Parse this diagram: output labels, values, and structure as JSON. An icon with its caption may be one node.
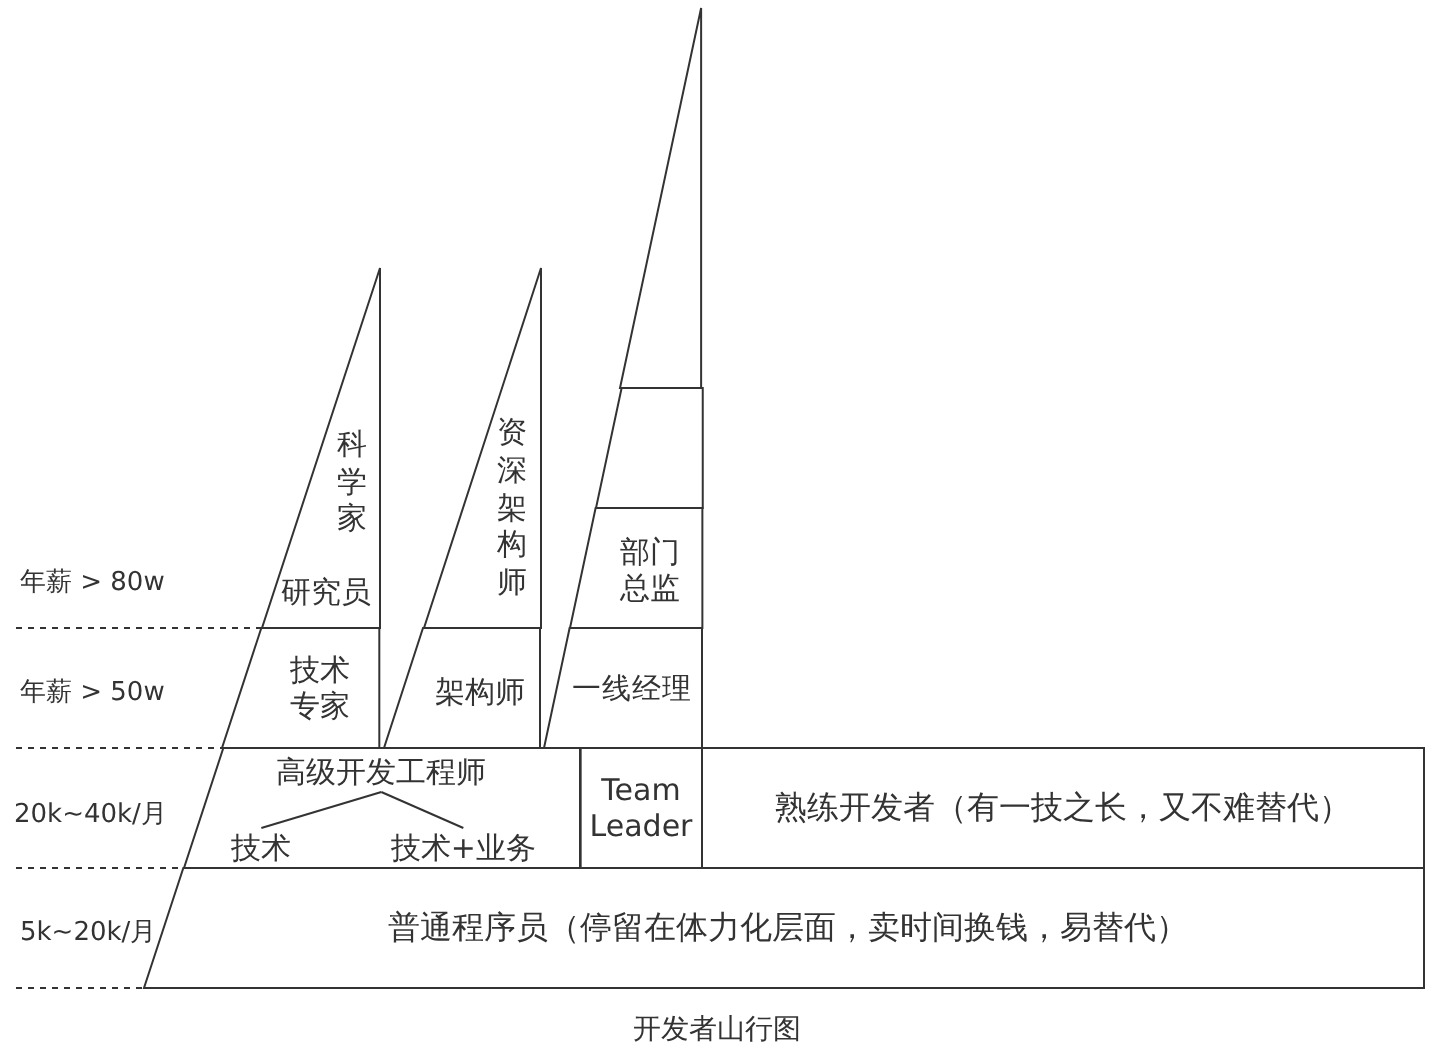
{
  "diagram": {
    "caption": "开发者山行图",
    "nodes": [
      {
        "text": [
          "科学家",
          "研究员"
        ]
      },
      {
        "text": [
          "技术专家"
        ]
      },
      {
        "text": [
          "资深架构师"
        ]
      },
      {
        "text": [
          "架构师"
        ]
      },
      {
        "text": [],
        "shape": "triangle"
      },
      {
        "text": [],
        "shape": "trapezoid"
      },
      {
        "text": [
          "部门总监"
        ]
      },
      {
        "text": [
          "一线经理"
        ]
      },
      {
        "text": [],
        "shape": "trapezoid"
      },
      {
        "text": [
          "高级开发工程师"
        ],
        "in": 8
      },
      {
        "text": [
          "技术"
        ],
        "in": 8
      },
      {
        "text": [
          "技术+业务"
        ],
        "in": 8
      },
      {
        "text": [
          "Team Leader"
        ]
      },
      {
        "text": [
          "熟练开发者（有一技之长，又不难替代）"
        ]
      },
      {
        "text": [
          "普通程序员（停留在体力化层面，卖时间换钱，易替代）"
        ]
      }
    ],
    "edges": [
      {
        "from": 9,
        "to": 10,
        "arrow": "none"
      },
      {
        "from": 9,
        "to": 11,
        "arrow": "none"
      }
    ],
    "labels": [
      "年薪 > 80w",
      "年薪 > 50w",
      "20k~40k/月",
      "5k~20k/月"
    ]
  }
}
